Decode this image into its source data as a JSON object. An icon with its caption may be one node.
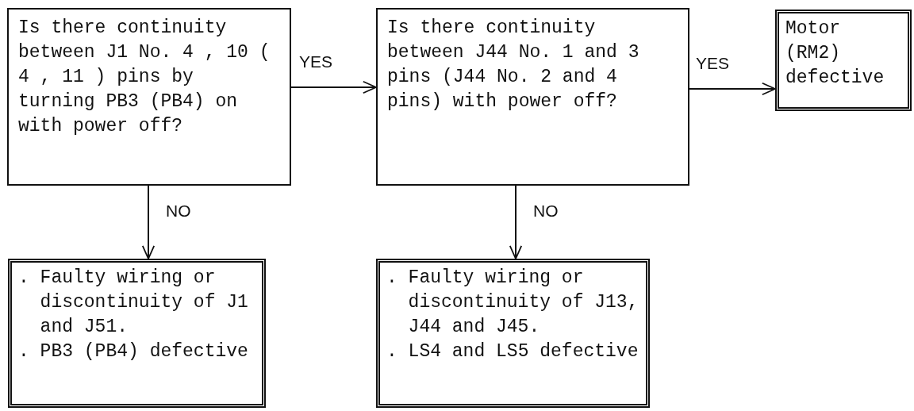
{
  "diagram": {
    "nodes": [
      {
        "text": [
          "Is there continuity between J1 No. 4 , 10 ( 4 , 11 ) pins by turning PB3 (PB4) on with power off?"
        ]
      },
      {
        "text": [
          "Is there continuity between J44 No. 1 and 3 pins (J44 No. 2 and 4 pins) with power off?"
        ]
      },
      {
        "text": [
          "Motor (RM2) defective"
        ]
      },
      {
        "text": [
          ". Faulty wiring or discontinuity of J1 and J51.",
          ". PB3 (PB4) defective"
        ]
      },
      {
        "text": [
          ". Faulty wiring or discontinuity of J13, J44 and J45.",
          ". LS4 and LS5 defective"
        ]
      }
    ],
    "edges": [
      {
        "from": 0,
        "to": 1,
        "arrow": "to",
        "label": "YES"
      },
      {
        "from": 1,
        "to": 2,
        "arrow": "to",
        "label": "YES"
      },
      {
        "from": 0,
        "to": 3,
        "arrow": "to",
        "label": "NO"
      },
      {
        "from": 1,
        "to": 4,
        "arrow": "to",
        "label": "NO"
      }
    ]
  }
}
